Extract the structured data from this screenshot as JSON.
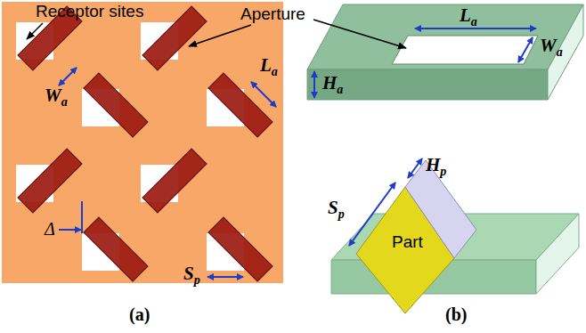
{
  "diagram": {
    "labels": [
      "Receptor sites",
      "Aperture",
      "Wa",
      "La",
      "Δ",
      "Sp",
      "(a)",
      "La",
      "Wa",
      "Ha",
      "Hp",
      "Sp",
      "Part",
      "(b)"
    ]
  }
}
